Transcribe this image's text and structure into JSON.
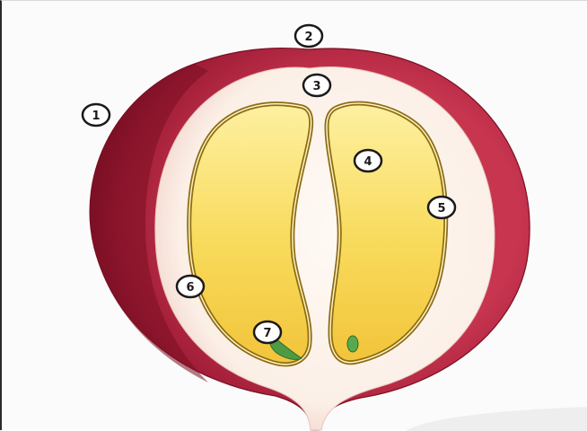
{
  "diagram": {
    "markers": [
      {
        "id": "marker-1",
        "label": "1"
      },
      {
        "id": "marker-2",
        "label": "2"
      },
      {
        "id": "marker-3",
        "label": "3"
      },
      {
        "id": "marker-4",
        "label": "4"
      },
      {
        "id": "marker-5",
        "label": "5"
      },
      {
        "id": "marker-6",
        "label": "6"
      },
      {
        "id": "marker-7",
        "label": "7"
      }
    ],
    "colors": {
      "exocarp": "#b3233e",
      "exocarp_shadow": "#7a0f22",
      "mesocarp": "#fbefe6",
      "seed_coat": "#9a7a1e",
      "endosperm": "#f6d24a",
      "endosperm_light": "#fdf0a0",
      "embryo": "#4f9b45"
    }
  }
}
